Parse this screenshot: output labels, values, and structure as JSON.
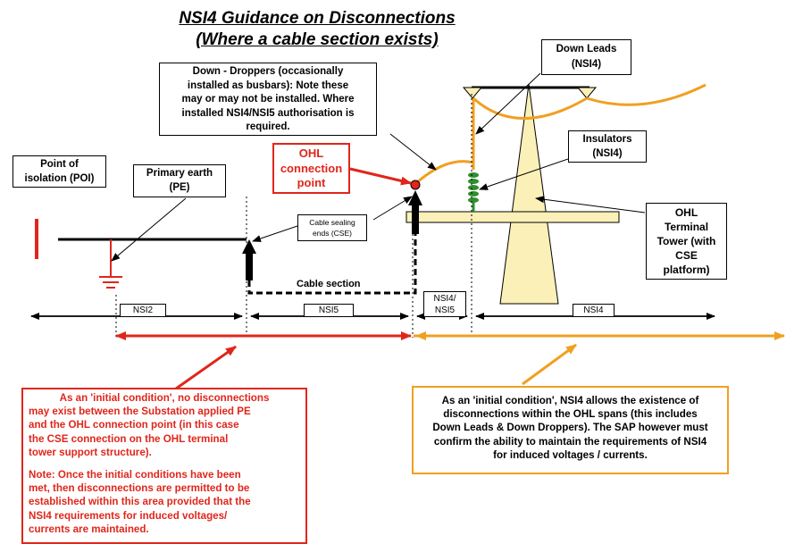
{
  "title": {
    "line1": "NSI4 Guidance on Disconnections",
    "line2": "(Where a cable section exists)"
  },
  "labels": {
    "down_leads": [
      "Down Leads",
      "(NSI4)"
    ],
    "down_droppers": [
      "Down - Droppers (occasionally",
      "installed as busbars): Note these",
      "may or may not be installed. Where",
      "installed NSI4/NSI5 authorisation is",
      "required."
    ],
    "insulators": [
      "Insulators",
      "(NSI4)"
    ],
    "ohl_connection_point": [
      "OHL",
      "connection",
      "point"
    ],
    "poi": [
      "Point of",
      "isolation (POI)"
    ],
    "primary_earth": [
      "Primary earth",
      "(PE)"
    ],
    "cable_sealing_ends": [
      "Cable sealing",
      "ends (CSE)"
    ],
    "ohl_terminal_tower": [
      "OHL",
      "Terminal",
      "Tower (with",
      "CSE",
      "platform)"
    ],
    "cable_section": "Cable section"
  },
  "zones": {
    "nsi2": "NSI2",
    "nsi5": "NSI5",
    "nsi4_nsi5": [
      "NSI4/",
      "NSI5"
    ],
    "nsi4": "NSI4"
  },
  "notes": {
    "red": {
      "para1": [
        "As an 'initial condition', no disconnections",
        "may exist between the Substation applied PE",
        "and the OHL connection point (in this case",
        "the CSE connection on the OHL terminal",
        "tower support structure)."
      ],
      "para2": [
        "Note: Once the initial conditions have been",
        "met, then disconnections are permitted to be",
        "established within this area provided that the",
        "NSI4 requirements for induced voltages/",
        "currents are maintained."
      ]
    },
    "orange": [
      "As an 'initial condition', NSI4 allows the existence of",
      "disconnections within the OHL spans (this includes",
      "Down Leads & Down Droppers). The SAP however must",
      "confirm the ability to maintain the requirements of NSI4",
      "for induced voltages / currents."
    ]
  },
  "colors": {
    "red": "#e0261b",
    "orange": "#f0a020",
    "tower": "#fbf0b8",
    "insulator": "#2f8f2f"
  }
}
